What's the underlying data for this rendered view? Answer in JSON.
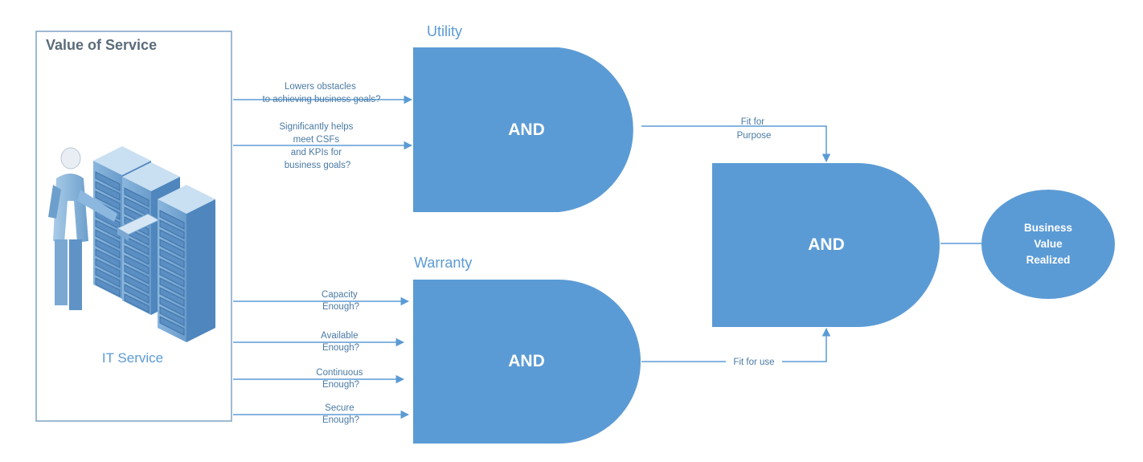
{
  "value_box": {
    "title": "Value of Service",
    "service_label": "IT Service"
  },
  "utility": {
    "heading": "Utility",
    "gate_label": "AND",
    "inputs": [
      [
        "Lowers obstacles",
        "to achieving business goals?"
      ],
      [
        "Significantly helps",
        "meet CSFs",
        "and KPIs for",
        "business goals?"
      ]
    ],
    "output_label": [
      "Fit for",
      "Purpose"
    ]
  },
  "warranty": {
    "heading": "Warranty",
    "gate_label": "AND",
    "inputs": [
      [
        "Capacity",
        "Enough?"
      ],
      [
        "Available",
        "Enough?"
      ],
      [
        "Continuous",
        "Enough?"
      ],
      [
        "Secure",
        "Enough?"
      ]
    ],
    "output_label": [
      "Fit for use"
    ]
  },
  "combined_gate": {
    "gate_label": "AND"
  },
  "result": {
    "lines": [
      "Business",
      "Value",
      "Realized"
    ]
  },
  "colors": {
    "primary": "#5b9bd5",
    "text_dark": "#5a6b7a",
    "label_text": "#4a7aa5",
    "background": "#ffffff"
  },
  "icons": [
    "person-icon",
    "server-rack-icon"
  ]
}
